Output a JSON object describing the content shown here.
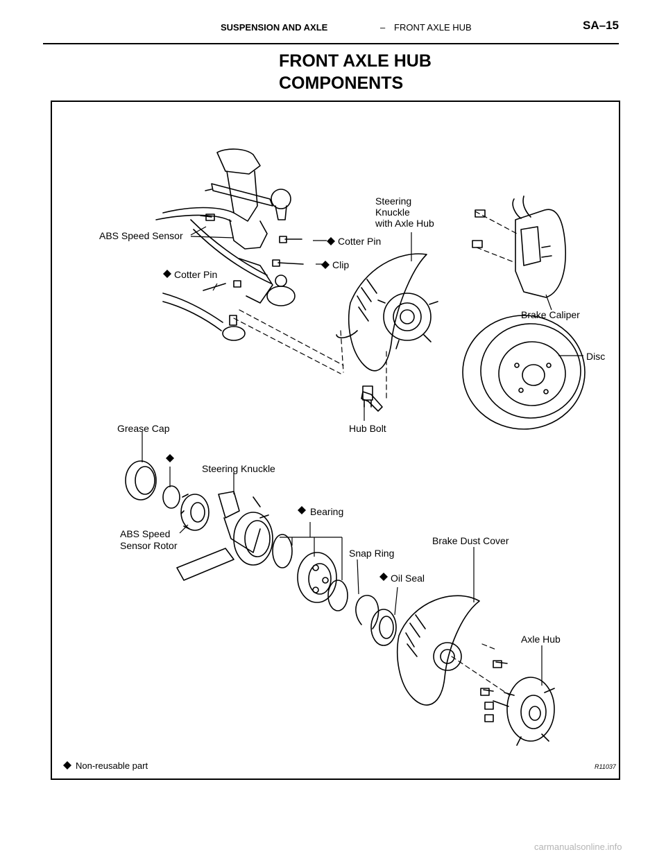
{
  "header": {
    "chapter": "SUSPENSION AND AXLE",
    "separator": "–",
    "section": "FRONT AXLE HUB",
    "page_number": "SA–15"
  },
  "title": {
    "line1": "FRONT AXLE HUB",
    "line2": "COMPONENTS"
  },
  "diagram": {
    "labels": {
      "steering_knuckle_axle_hub_1": "Steering",
      "steering_knuckle_axle_hub_2": "Knuckle",
      "steering_knuckle_axle_hub_3": "with Axle Hub",
      "abs_speed_sensor": "ABS Speed Sensor",
      "cotter_pin_upper": "Cotter Pin",
      "clip": "Clip",
      "cotter_pin_left": "Cotter Pin",
      "brake_caliper": "Brake Caliper",
      "disc": "Disc",
      "hub_bolt": "Hub Bolt",
      "grease_cap": "Grease Cap",
      "steering_knuckle": "Steering Knuckle",
      "bearing": "Bearing",
      "abs_rotor_1": "ABS Speed",
      "abs_rotor_2": "Sensor Rotor",
      "brake_dust_cover": "Brake Dust Cover",
      "snap_ring": "Snap Ring",
      "oil_seal": "Oil Seal",
      "axle_hub": "Axle Hub",
      "legend": "Non-reusable part",
      "figure_code": "R11037"
    },
    "marker_symbol": "◆"
  },
  "footer": {
    "watermark": "carmanualsonline.info"
  }
}
